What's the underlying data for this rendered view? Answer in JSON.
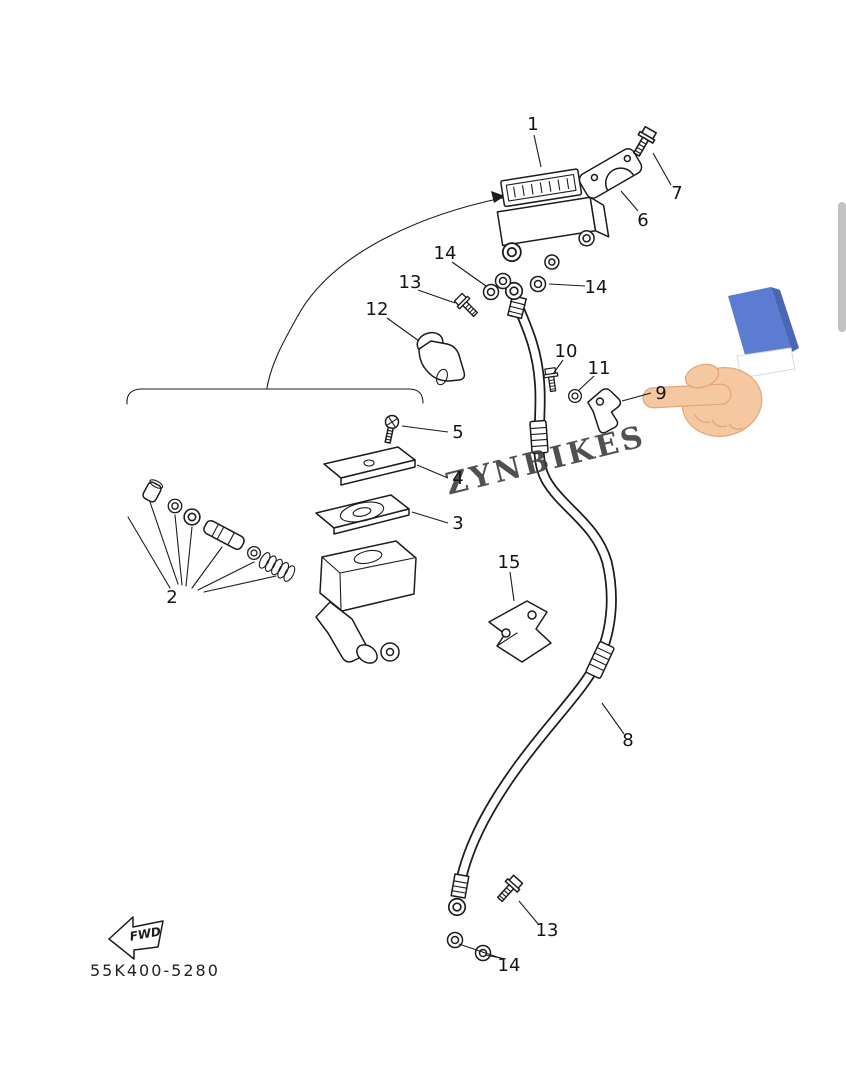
{
  "page": {
    "watermark": "ZYNBIKES",
    "part_code": "55K400-5280",
    "fwd": "FWD"
  },
  "labels": {
    "n1": "1",
    "n2": "2",
    "n3": "3",
    "n4": "4",
    "n5": "5",
    "n6": "6",
    "n7": "7",
    "n8": "8",
    "n9": "9",
    "n10": "10",
    "n11": "11",
    "n12": "12",
    "n13_top": "13",
    "n13_bottom": "13",
    "n14_top_left": "14",
    "n14_top_right": "14",
    "n14_bottom": "14",
    "n15": "15"
  },
  "colors": {
    "outline": "#1c1c1c",
    "sleeve": "#5b7cd2",
    "sleeve_shade": "#4a67b6",
    "cuff": "#ffffff",
    "skin": "#f6c8a2",
    "skin_outline": "#e3a376",
    "scrollbar": "#c2c2c2",
    "watermark": "#3e3e3e"
  }
}
